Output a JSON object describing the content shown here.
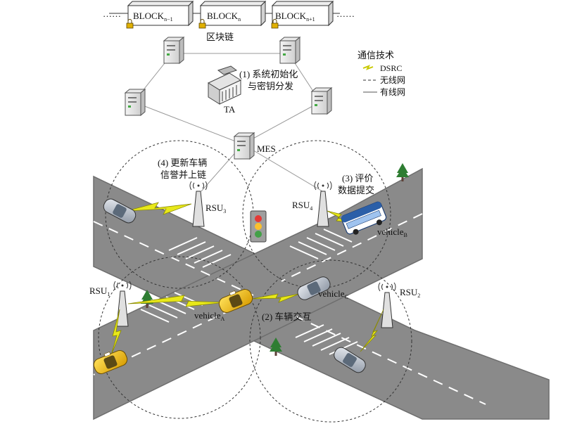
{
  "blockchain": {
    "dots_left": "……",
    "dots_right": "……",
    "blocks": [
      {
        "name": "BLOCK",
        "sub": "n−1"
      },
      {
        "name": "BLOCK",
        "sub": "n"
      },
      {
        "name": "BLOCK",
        "sub": "n+1"
      }
    ],
    "label": "区块链"
  },
  "legend": {
    "title": "通信技术",
    "items": [
      {
        "label": "DSRC",
        "style": "lightning"
      },
      {
        "label": "无线网",
        "style": "dashed"
      },
      {
        "label": "有线网",
        "style": "solid"
      }
    ]
  },
  "nodes": {
    "ta": "TA",
    "mes": "MES",
    "rsu": [
      {
        "name": "RSU",
        "sub": "1"
      },
      {
        "name": "RSU",
        "sub": "2"
      },
      {
        "name": "RSU",
        "sub": "3"
      },
      {
        "name": "RSU",
        "sub": "4"
      }
    ],
    "vehicles": [
      {
        "name": "vehicle",
        "sub": "A"
      },
      {
        "name": "vehicle",
        "sub": "B"
      },
      {
        "name": "vehicle",
        "sub": "C"
      }
    ]
  },
  "steps": {
    "step1": [
      "(1) 系统初始化",
      "与密钥分发"
    ],
    "step2": "(2) 车辆交互",
    "step3": [
      "(3) 评价",
      "数据提交"
    ],
    "step4": [
      "(4) 更新车辆",
      "信誉并上链"
    ]
  },
  "colors": {
    "road": "#8a8a8a",
    "road_edge": "#6e6e6e",
    "lightning": "#e8e81a",
    "taxi": "#f2c200",
    "bus_body": "#2b5fa8",
    "tree": "#2e7d32"
  }
}
